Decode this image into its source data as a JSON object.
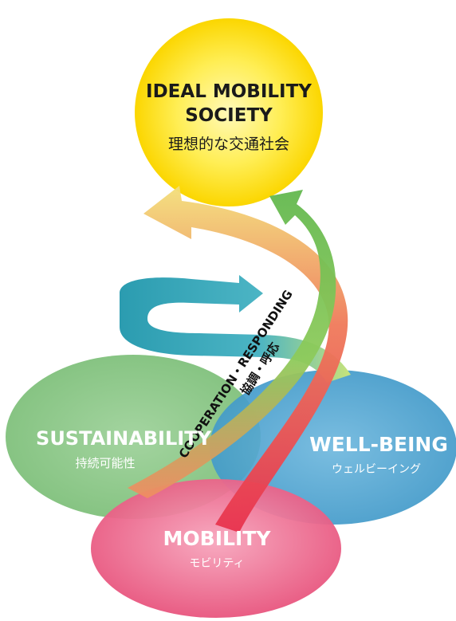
{
  "goal": {
    "title_line1": "IDEAL MOBILITY",
    "title_line2": "SOCIETY",
    "subtitle": "理想的な交通社会",
    "color": "#FFE01A"
  },
  "circles": [
    {
      "id": "sustainability",
      "title": "SUSTAINABILITY",
      "subtitle": "持続可能性",
      "color": "#7CC07A"
    },
    {
      "id": "well-being",
      "title": "WELL-BEING",
      "subtitle": "ウェルビーイング",
      "color": "#3A97C9"
    },
    {
      "id": "mobility",
      "title": "MOBILITY",
      "subtitle": "モビリティ",
      "color": "#E8557E"
    }
  ],
  "arrow_label": {
    "en": "COOPERATION・RESPONDING",
    "ja": "協調・呼応"
  }
}
